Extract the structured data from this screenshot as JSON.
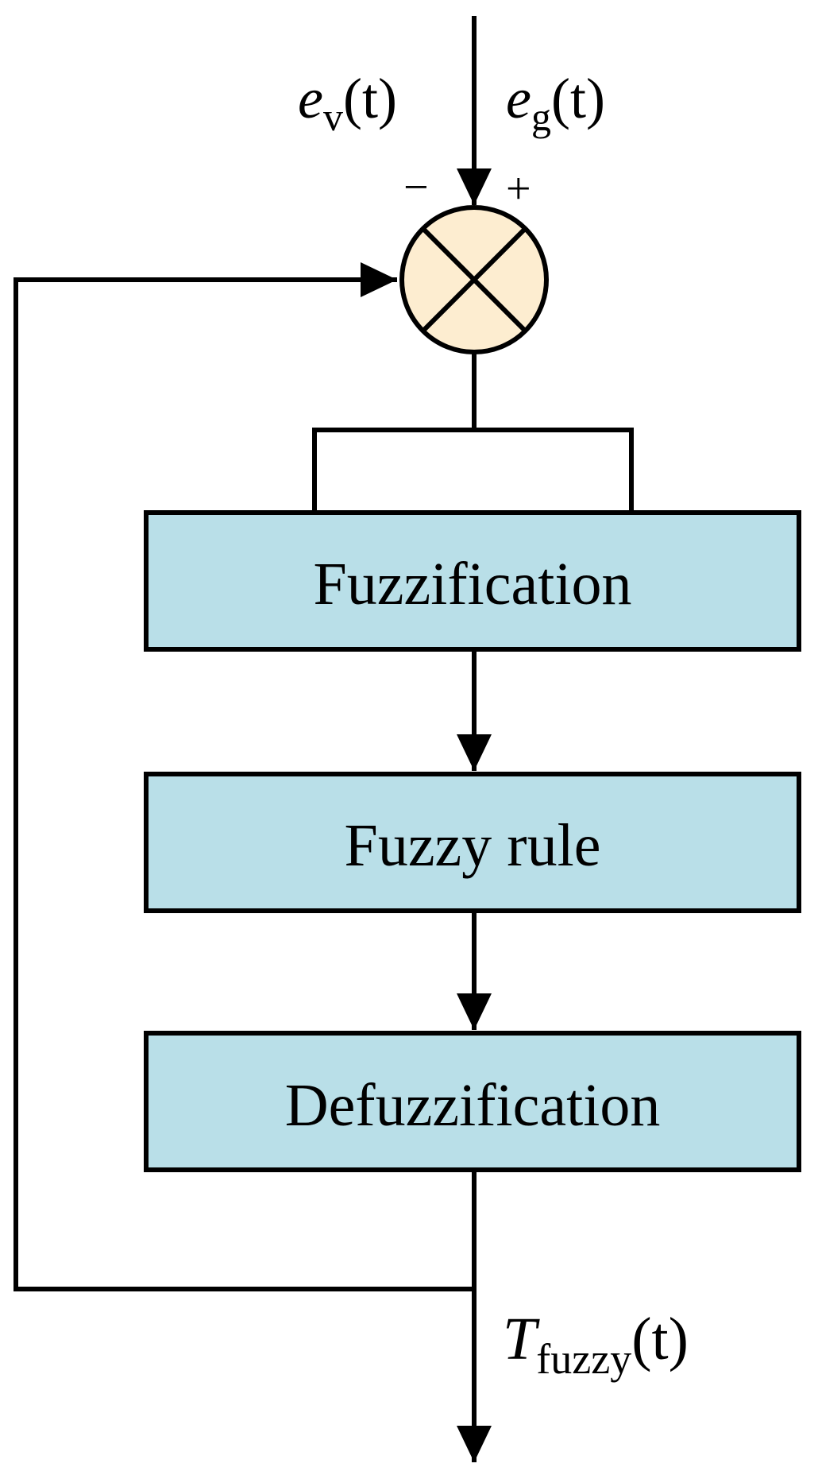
{
  "colors": {
    "box_fill": "#b9dfe8",
    "junction_fill": "#fdedd0",
    "stroke": "#000000",
    "background": "#ffffff"
  },
  "inputs": {
    "ev": {
      "base": "e",
      "sub": "v",
      "arg": "(t)",
      "sign": "−"
    },
    "eg": {
      "base": "e",
      "sub": "g",
      "arg": "(t)",
      "sign": "+"
    }
  },
  "junction": {
    "icon": "summing-junction-icon"
  },
  "blocks": {
    "fuzzification": "Fuzzification",
    "fuzzy_rule": "Fuzzy rule",
    "defuzzification": "Defuzzification"
  },
  "output": {
    "base": "T",
    "sub": "fuzzy",
    "arg": "(t)"
  }
}
